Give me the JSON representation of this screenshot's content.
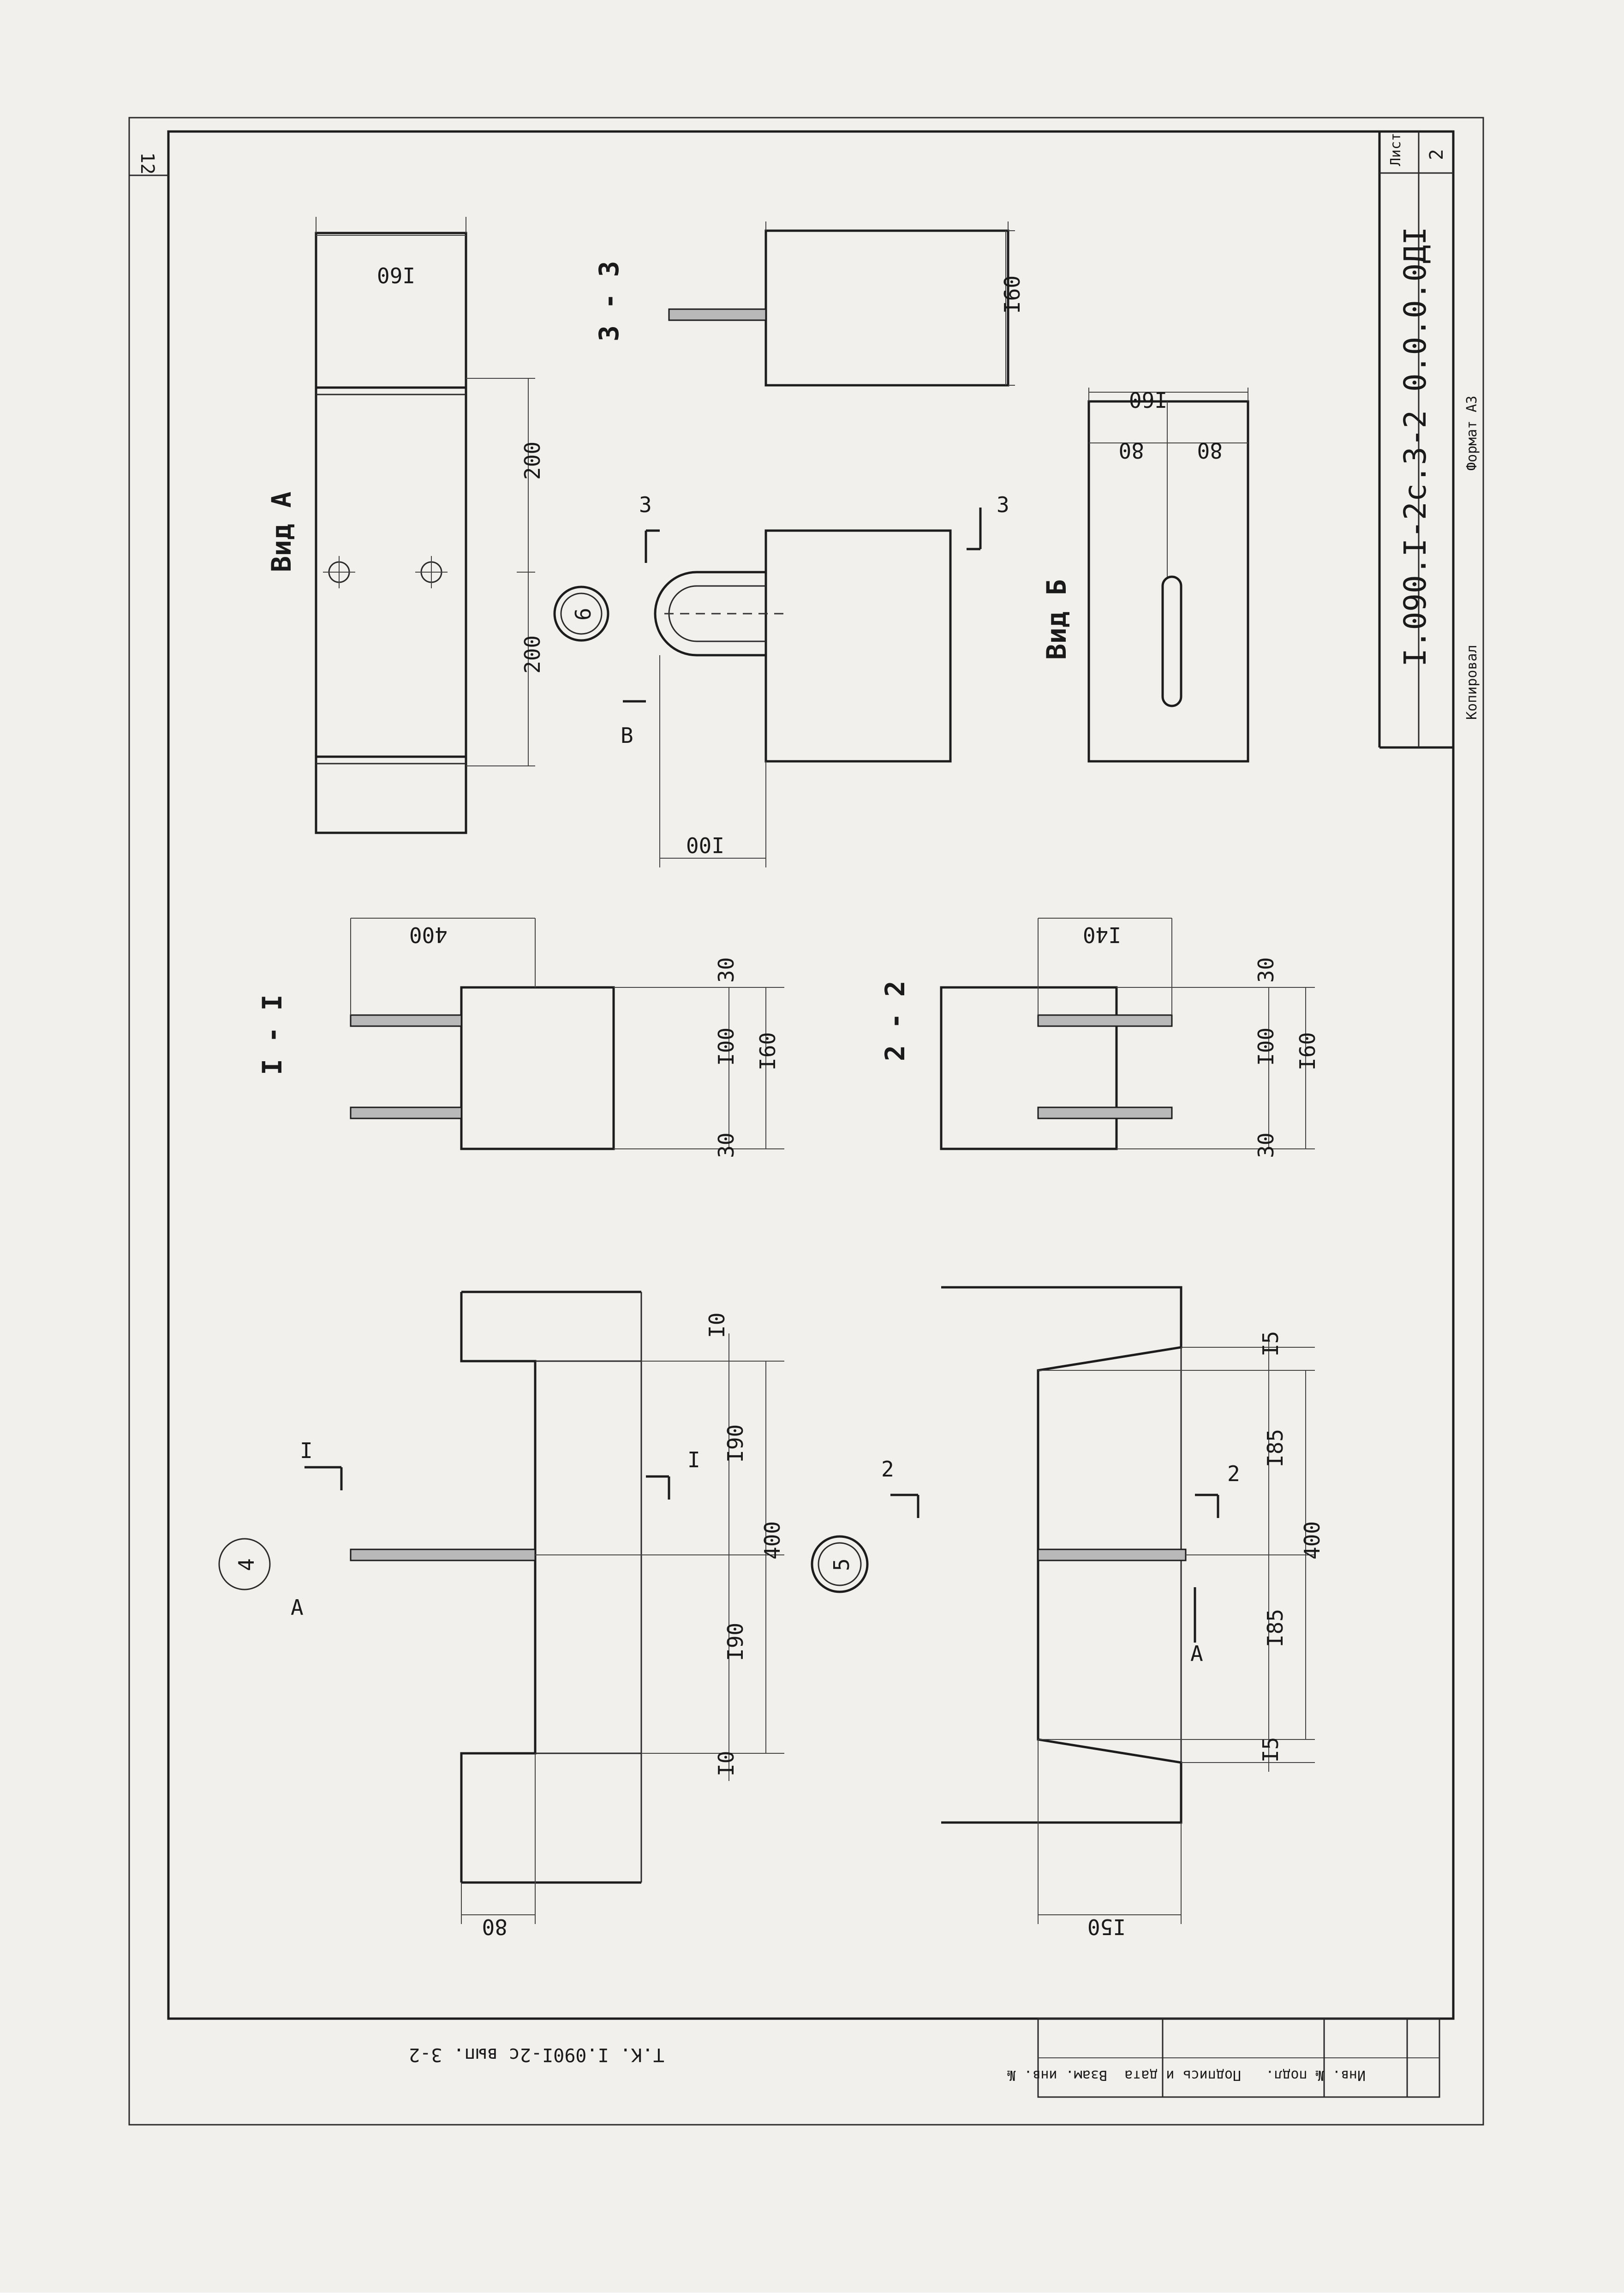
{
  "sheet": {
    "page_number": "12",
    "sheet_label": "Лист",
    "sheet_number": "2",
    "designation": "I.090.I-2с.3-2 0.0.0.0ДI",
    "format": "Формат А3",
    "copied_by": "Копировал",
    "series": "Т.К.   I.090I-2с   вып. 3-2"
  },
  "stamp": {
    "inv_podl": "Инв. № подл.",
    "sign_date": "Подпись и дата",
    "vzam_inv": "Взам. инв. №"
  },
  "views": {
    "vid_a": "Вид А",
    "vid_b": "Вид Б",
    "sec_3_3": "3 - 3",
    "sec_1_1": "I - I",
    "sec_2_2": "2 - 2",
    "cut_3": "3",
    "cut_1": "I",
    "cut_2": "2",
    "arrow_a": "А",
    "arrow_b": "В"
  },
  "markers": {
    "m4": "4",
    "m5": "5",
    "m6": "6"
  },
  "dims": {
    "d160": "I60",
    "d200": "200",
    "d100": "I00",
    "d80": "80",
    "d400": "400",
    "d30": "30",
    "d140": "I40",
    "d10": "I0",
    "d190": "I90",
    "d15": "I5",
    "d185": "I85",
    "d150": "I50"
  }
}
